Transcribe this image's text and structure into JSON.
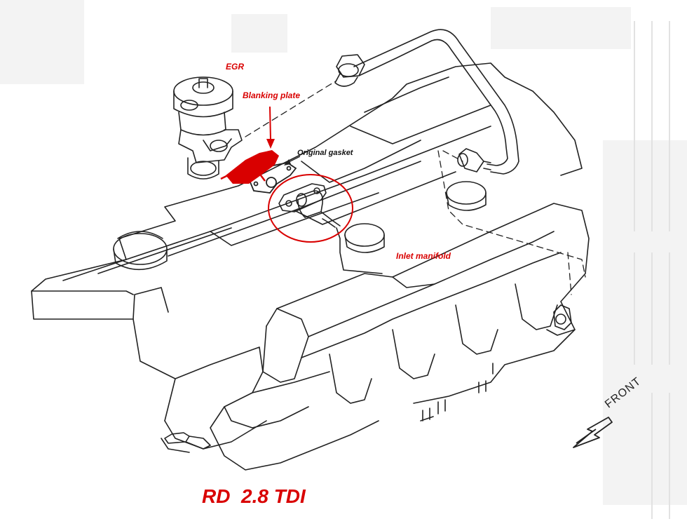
{
  "title": "RD  2.8 TDI",
  "labels": {
    "egr": "EGR",
    "blanking_plate": "Blanking plate",
    "original_gasket": "Original gasket",
    "inlet_manifold": "Inlet manifold",
    "front": "FRONT"
  },
  "colors": {
    "annotation_red": "#d90000",
    "line_black": "#222222",
    "background": "#ffffff"
  },
  "icons": {
    "front_arrow": "front-arrow-icon"
  }
}
